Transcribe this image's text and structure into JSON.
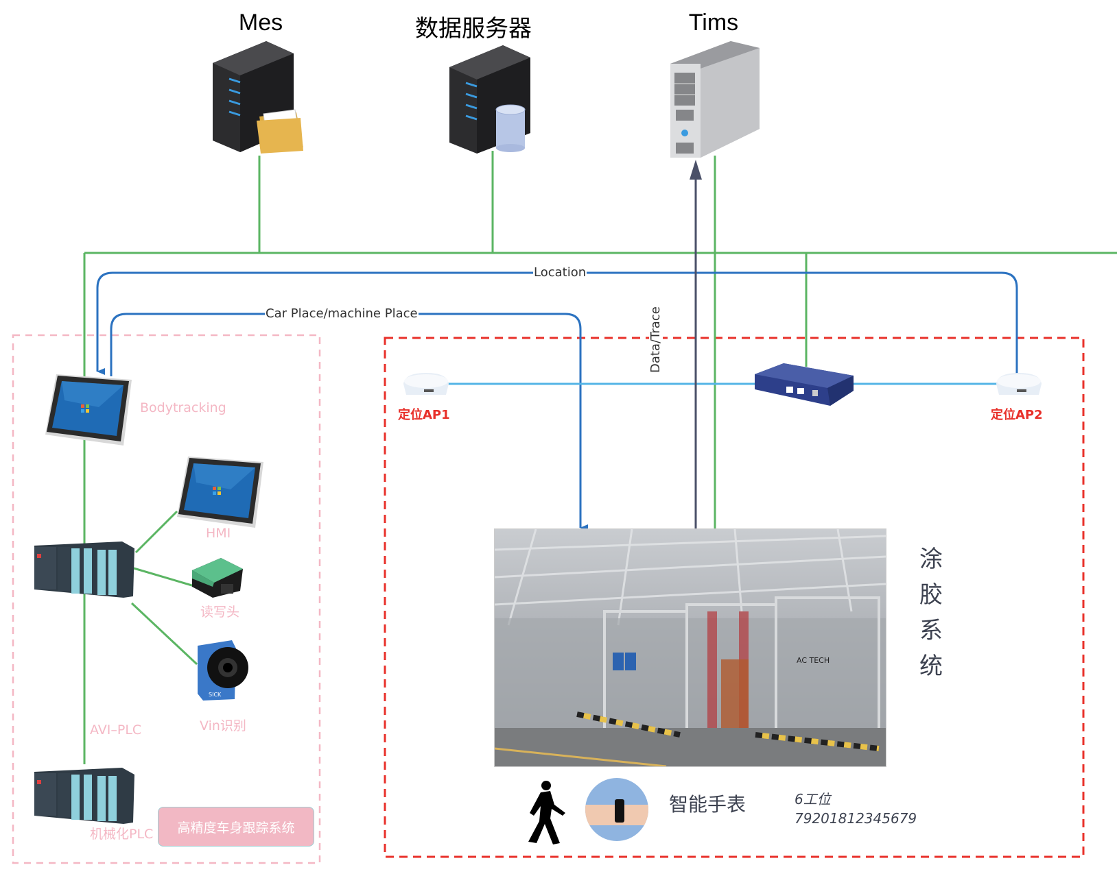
{
  "servers": {
    "mes": {
      "label": "Mes"
    },
    "data_server": {
      "label": "数据服务器"
    },
    "tims": {
      "label": "Tims"
    }
  },
  "connections": {
    "location": "Location",
    "car_place": "Car Place/machine Place",
    "data_trace": "Data/Trace"
  },
  "body_tracking_zone": {
    "bodytracking": "Bodytracking",
    "hmi": "HMI",
    "reader": "读写头",
    "vin": "Vin识别",
    "avi_plc": "AVI–PLC",
    "mech_plc": "机械化PLC",
    "system_badge": "高精度车身跟踪系统"
  },
  "glue_zone": {
    "ap1": "定位AP1",
    "ap2": "定位AP2",
    "system_title": [
      "涂",
      "胶",
      "系",
      "统"
    ],
    "photo_sign": "AC TECH",
    "smartwatch": "智能手表",
    "station": "6工位",
    "device_id": "79201812345679"
  },
  "colors": {
    "ethernet_green": "#5bb563",
    "signal_blue": "#2b72c0",
    "wifi_blue": "#54b4e6",
    "data_dark": "#4a5068",
    "zone_pink": "#f4b7c4",
    "zone_red": "#e8302a"
  }
}
